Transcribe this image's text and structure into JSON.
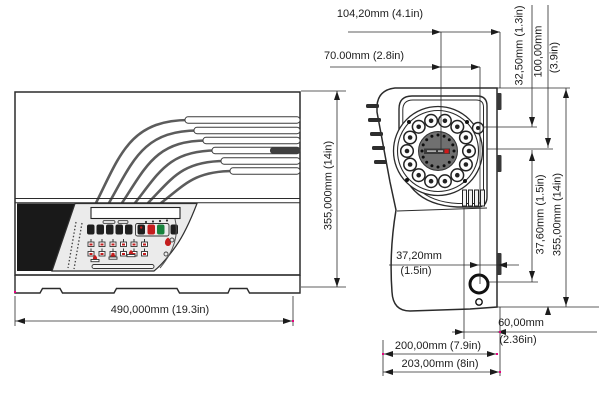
{
  "diagram": {
    "type": "technical-dimension-drawing",
    "accent_red": "#c41d1d",
    "accent_green": "#17833c",
    "dims": {
      "top_width": "104,20mm (4.1in)",
      "rotor_to_screw": "70.00mm (2.8in)",
      "top_to_screw": "32,50mm (1.3in)",
      "top_to_rotor_mm": "100,00mm",
      "top_to_rotor_in": "(3.9in)",
      "front_height": "355,000mm (14in)",
      "front_width": "490,000mm (19.3in)",
      "port_offset_mm": "37,20mm",
      "port_offset_in": "(1.5in)",
      "rotor_to_port": "37,60mm (1.5in)",
      "side_height": "355,00mm (14in)",
      "port_to_edge_mm": "60,00mm",
      "port_to_edge_in": "(2.36in)",
      "depth_inner": "200,00mm (7.9in)",
      "depth_overall": "203,00mm (8in)"
    }
  }
}
